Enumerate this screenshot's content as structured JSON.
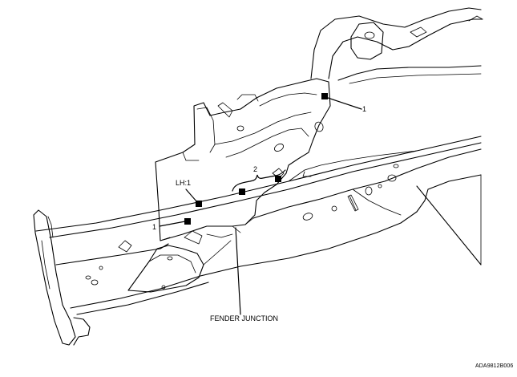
{
  "labels": {
    "callout_1_upper": "1",
    "callout_2": "2",
    "callout_lh1": "LH:1",
    "callout_1_lower": "1",
    "fender_junction": "FENDER JUNCTION",
    "figure_id": "ADA9812B006"
  }
}
